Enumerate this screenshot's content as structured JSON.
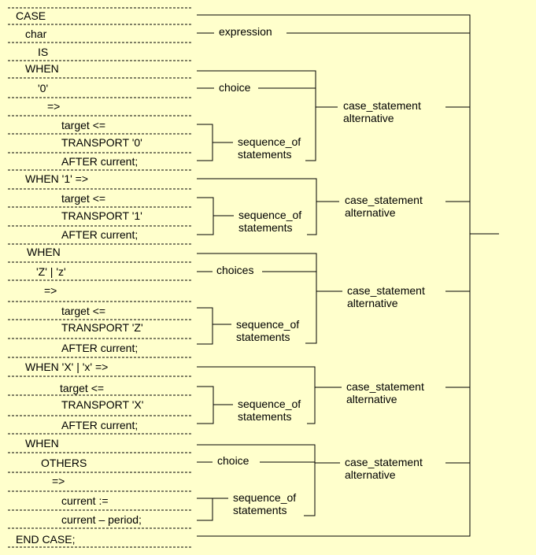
{
  "code_lines": [
    "CASE",
    "char",
    "IS",
    "WHEN",
    "'0'",
    "=>",
    "target <=",
    "TRANSPORT '0'",
    "AFTER current;",
    "WHEN '1' =>",
    "target <=",
    "TRANSPORT '1'",
    "AFTER current;",
    "WHEN",
    "'Z' | 'z'",
    "=>",
    "target <=",
    "TRANSPORT 'Z'",
    "AFTER current;",
    "WHEN 'X' | 'x' =>",
    "target <=",
    "TRANSPORT 'X'",
    "AFTER current;",
    "WHEN",
    "OTHERS",
    "=>",
    "current :=",
    "current – period;",
    "END CASE;"
  ],
  "labels": {
    "expression": "expression",
    "choice_1": "choice",
    "seq_1": [
      "sequence_of",
      "statements"
    ],
    "alt_1": [
      "case_statement",
      "alternative"
    ],
    "seq_2": [
      "sequence_of",
      "statements"
    ],
    "alt_2": [
      "case_statement",
      "alternative"
    ],
    "choices_3": "choices",
    "seq_3": [
      "sequence_of",
      "statements"
    ],
    "alt_3": [
      "case_statement",
      "alternative"
    ],
    "seq_4": [
      "sequence_of",
      "statements"
    ],
    "alt_4": [
      "case_statement",
      "alternative"
    ],
    "choice_5": "choice",
    "seq_5": [
      "sequence_of",
      "statements"
    ],
    "alt_5": [
      "case_statement",
      "alternative"
    ]
  }
}
